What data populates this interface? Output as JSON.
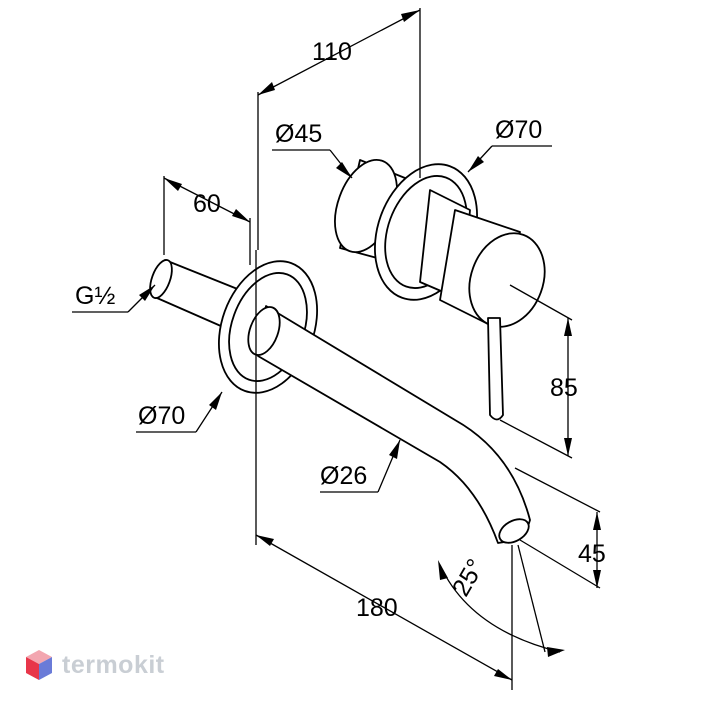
{
  "dimensions": {
    "width_110": "110",
    "dia_45": "Ø45",
    "dia_70_top": "Ø70",
    "depth_60": "60",
    "thread": "G½",
    "dia_70_left": "Ø70",
    "dia_26": "Ø26",
    "height_85": "85",
    "height_45": "45",
    "angle_25": "25°",
    "length_180": "180"
  },
  "watermark": {
    "brand": "termokit",
    "brand_color": "#c9ced4",
    "logo_colors": [
      "#e8364a",
      "#6a7bd8",
      "#f3a6b0"
    ]
  }
}
